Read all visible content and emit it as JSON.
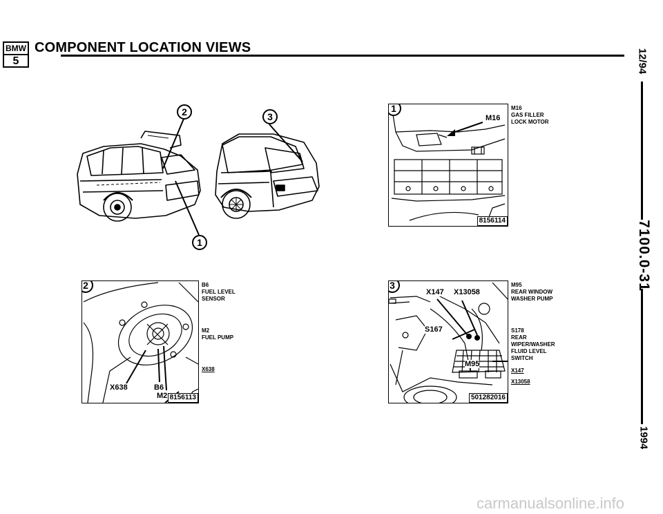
{
  "header": {
    "logo_top": "BMW",
    "logo_bottom": "5",
    "title": "COMPONENT LOCATION VIEWS"
  },
  "margin": {
    "date": "12/94",
    "code": "7100.0-31",
    "year": "1994"
  },
  "overview": {
    "callouts": [
      "2",
      "3",
      "1"
    ]
  },
  "panel1": {
    "callout": "1",
    "ref": "8156114",
    "component_label": "M16",
    "legend": [
      {
        "code": "M16",
        "lines": [
          "GAS FILLER",
          "LOCK MOTOR"
        ]
      }
    ]
  },
  "panel2": {
    "callout": "2",
    "ref": "8156113",
    "tags": [
      "X638",
      "B6",
      "M2"
    ],
    "legend": [
      {
        "code": "B6",
        "lines": [
          "FUEL LEVEL",
          "SENSOR"
        ]
      },
      {
        "code": "M2",
        "lines": [
          "FUEL PUMP"
        ]
      },
      {
        "code": "X638",
        "lines": []
      }
    ]
  },
  "panel3": {
    "callout": "3",
    "ref": "501282016",
    "tags": [
      "X147",
      "X13058",
      "S167",
      "M95"
    ],
    "legend": [
      {
        "code": "M95",
        "lines": [
          "REAR WINDOW",
          "WASHER PUMP"
        ]
      },
      {
        "code": "S178",
        "lines": [
          "REAR",
          "WIPER/WASHER",
          "FLUID LEVEL",
          "SWITCH"
        ]
      },
      {
        "code": "X147",
        "lines": []
      },
      {
        "code": "X13058",
        "lines": []
      }
    ]
  },
  "footer": {
    "watermark": "carmanualsonline.info"
  }
}
